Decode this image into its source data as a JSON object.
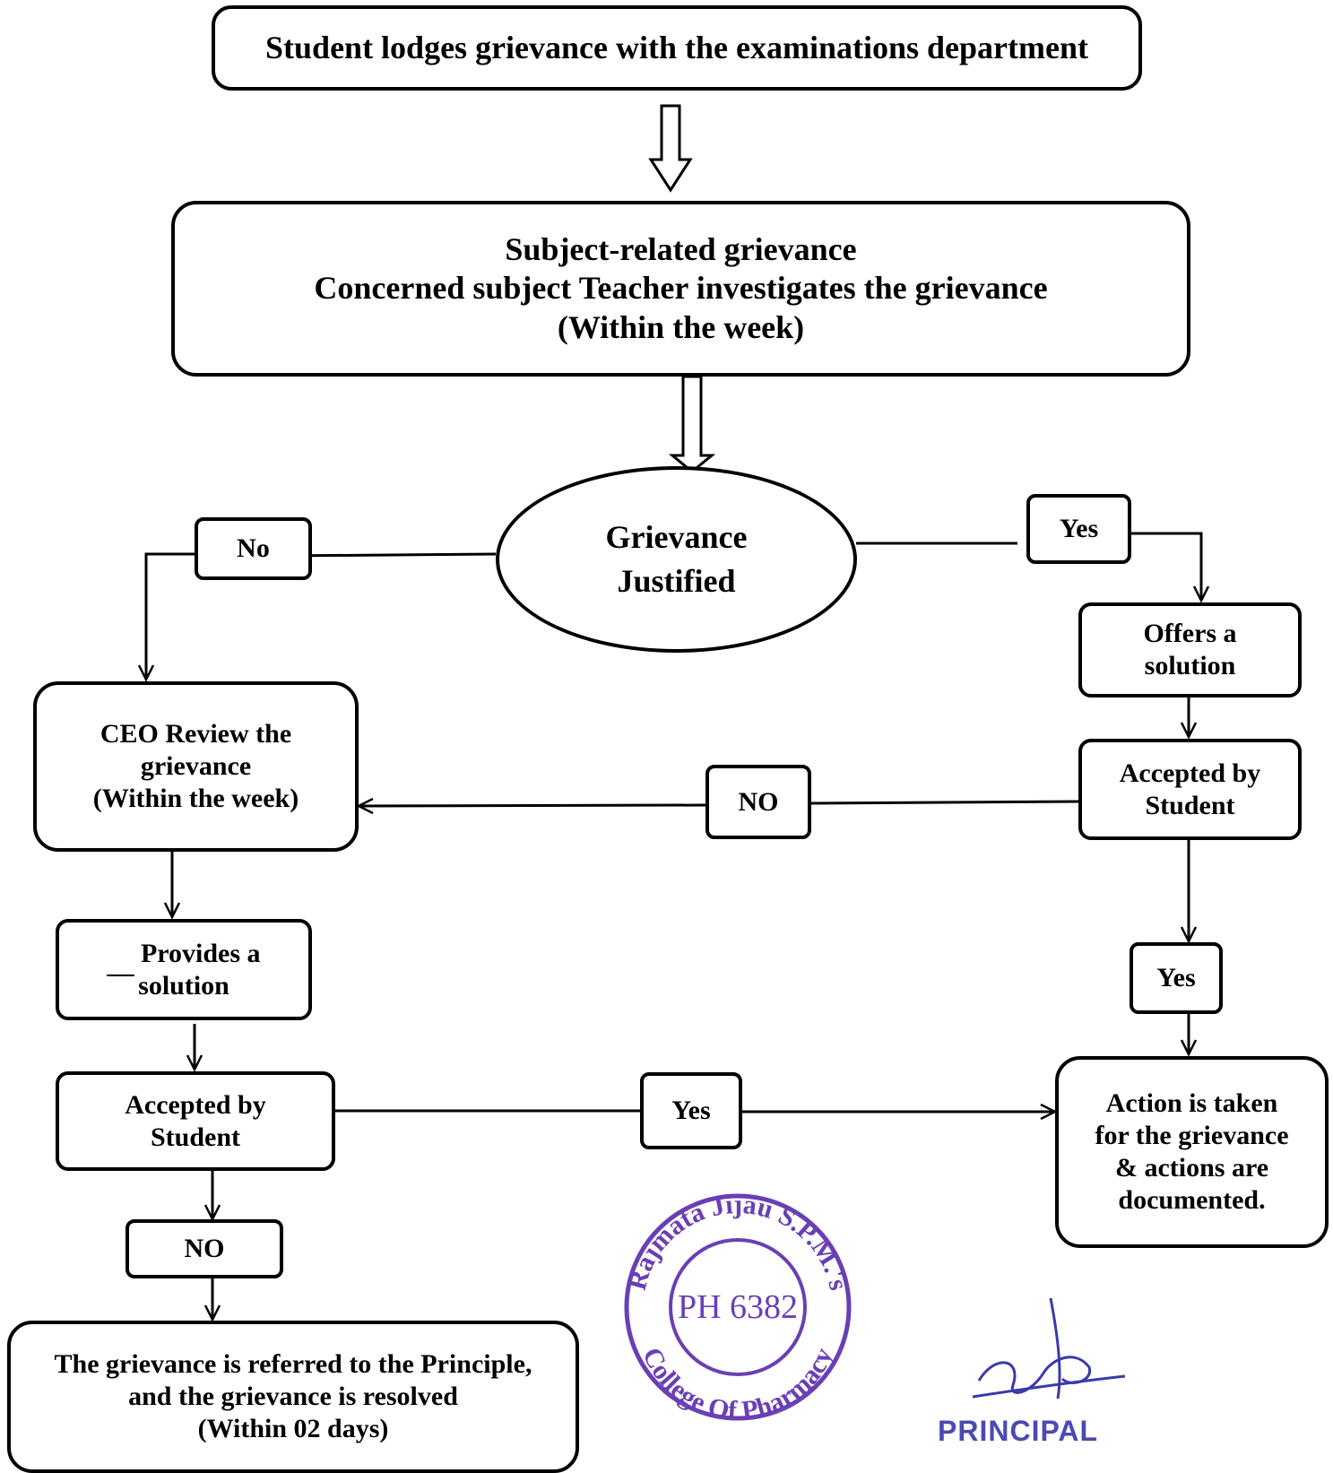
{
  "nodes": {
    "start": "Student lodges grievance with the examinations department",
    "subject": {
      "line1": "Subject-related grievance",
      "line2": "Concerned subject Teacher investigates the grievance",
      "line3": "(Within the week)"
    },
    "decision": {
      "line1": "Grievance",
      "line2": "Justified"
    },
    "no_label_1": "No",
    "yes_label_1": "Yes",
    "offers": {
      "line1": "Offers a",
      "line2": "solution"
    },
    "accepted_right": {
      "line1": "Accepted by",
      "line2": "Student"
    },
    "no_label_2": "NO",
    "ceo": {
      "line1": "CEO Review the",
      "line2": "grievance",
      "line3": "(Within the week)"
    },
    "provides": {
      "dash": "__",
      "line1": "Provides a",
      "line2": "solution"
    },
    "accepted_left": {
      "line1": "Accepted by",
      "line2": "Student"
    },
    "yes_label_2": "Yes",
    "yes_label_3": "Yes",
    "action": {
      "line1": "Action is taken",
      "line2": "for the grievance",
      "line3": "& actions are",
      "line4": "documented."
    },
    "no_label_3": "NO",
    "final": {
      "line1": "The grievance is referred to the Principle,",
      "line2": "and the grievance is resolved",
      "line3": "(Within 02 days)"
    }
  },
  "stamp": {
    "top_arc": "Rajmata Jijau S.P.M.'s",
    "bottom_arc": "College Of Pharmacy",
    "center": "PH 6382",
    "color": "#6a3fb5"
  },
  "signature": {
    "title": "PRINCIPAL",
    "color": "#3a3aa8"
  }
}
